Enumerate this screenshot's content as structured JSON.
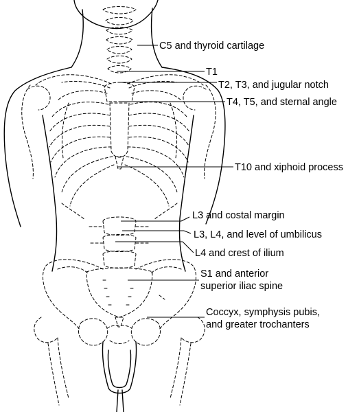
{
  "labels": [
    {
      "id": "c5",
      "lines": [
        "C5 and thyroid cartilage"
      ]
    },
    {
      "id": "t1",
      "lines": [
        "T1"
      ]
    },
    {
      "id": "t2t3",
      "lines": [
        "T2, T3, and jugular notch"
      ]
    },
    {
      "id": "t4t5",
      "lines": [
        "T4, T5, and sternal angle"
      ]
    },
    {
      "id": "t10",
      "lines": [
        "T10 and xiphoid process"
      ]
    },
    {
      "id": "l3",
      "lines": [
        "L3 and costal margin"
      ]
    },
    {
      "id": "l3l4",
      "lines": [
        "L3, L4, and level of umbilicus"
      ]
    },
    {
      "id": "l4",
      "lines": [
        "L4 and crest of ilium"
      ]
    },
    {
      "id": "s1",
      "lines": [
        "S1 and anterior",
        "superior iliac spine"
      ]
    },
    {
      "id": "coccyx",
      "lines": [
        "Coccyx, symphysis pubis,",
        "and greater trochanters"
      ]
    }
  ]
}
